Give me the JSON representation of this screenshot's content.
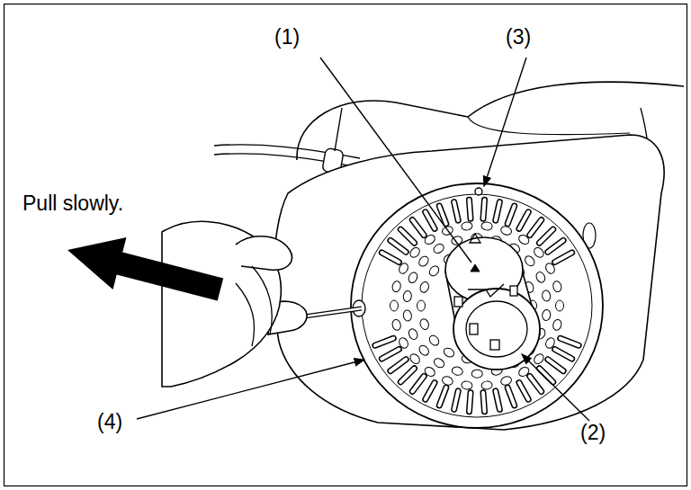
{
  "diagram": {
    "labels": [
      "(1)",
      "(3)",
      "Pull slowly.",
      "(4)",
      "(2)"
    ]
  }
}
